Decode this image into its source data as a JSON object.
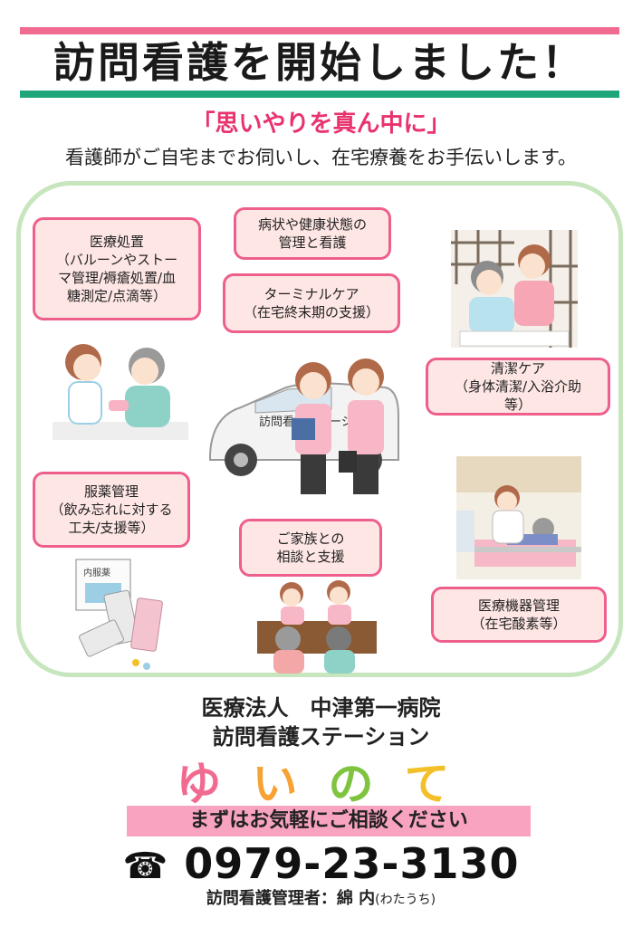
{
  "header": {
    "title": "訪問看護を開始しました！",
    "slogan": "「思いやりを真ん中に」",
    "lead": "看護師がご自宅までお伺いし、在宅療養をお手伝いします。"
  },
  "services": {
    "medical_care": "医療処置\n（バルーンやストー\nマ管理/褥瘡処置/血\n糖測定/点滴等）",
    "observation": "病状や健康状態の\n管理と看護",
    "terminal": "ターミナルケア\n（在宅終末期の支援）",
    "hygiene": "清潔ケア\n（身体清潔/入浴介助\n等）",
    "medication": "服薬管理\n（飲み忘れに対する\n工夫/支援等）",
    "family": "ご家族との\n相談と支援",
    "equipment": "医療機器管理\n（在宅酸素等）"
  },
  "illustrations": {
    "car_text": "訪問看護ステーシ",
    "medicine_bag_text": "内服薬"
  },
  "footer": {
    "org_line1": "医療法人　中津第一病院",
    "org_line2": "訪問看護ステーション",
    "brand_chars": [
      "ゆ",
      "い",
      "の",
      "て"
    ],
    "brand_colors": [
      "#f06b8f",
      "#f7a233",
      "#7fc43f",
      "#f3c02a"
    ],
    "cta": "まずはお気軽にご相談ください",
    "phone_icon": "telephone-icon",
    "phone": "0979-23-3130",
    "manager": "訪問看護管理者：綿 内",
    "manager_reading": "(わたうち)"
  },
  "colors": {
    "accent_pink": "#f06b8f",
    "accent_green": "#1fa67a",
    "box_fill": "#fde6e3",
    "frame": "#c7e6bd"
  }
}
